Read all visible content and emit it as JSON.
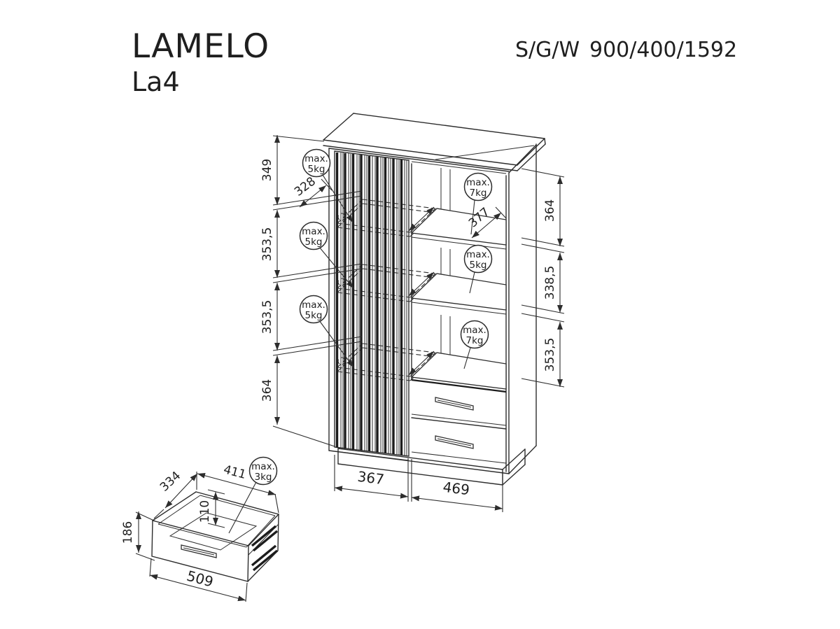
{
  "header": {
    "brand": "LAMELO",
    "model": "La4",
    "spec_label": "S/G/W",
    "spec_value": "900/400/1592"
  },
  "cabinet": {
    "heights_left": [
      "349",
      "353,5",
      "353,5",
      "364"
    ],
    "heights_right": [
      "364",
      "338,5",
      "353,5"
    ],
    "widths_bottom": [
      "367",
      "469"
    ],
    "shelf_depth_left": "328",
    "shelf_depth_right": "377",
    "loads_left": [
      [
        "max.",
        "5kg"
      ],
      [
        "max.",
        "5kg"
      ],
      [
        "max.",
        "5kg"
      ]
    ],
    "loads_right": [
      [
        "max.",
        "7kg"
      ],
      [
        "max.",
        "5kg"
      ],
      [
        "max.",
        "7kg"
      ]
    ]
  },
  "drawer": {
    "depth": "334",
    "inner_width": "411",
    "inner_height": "110",
    "front_height": "186",
    "width": "509",
    "load": [
      "max.",
      "3kg"
    ]
  }
}
